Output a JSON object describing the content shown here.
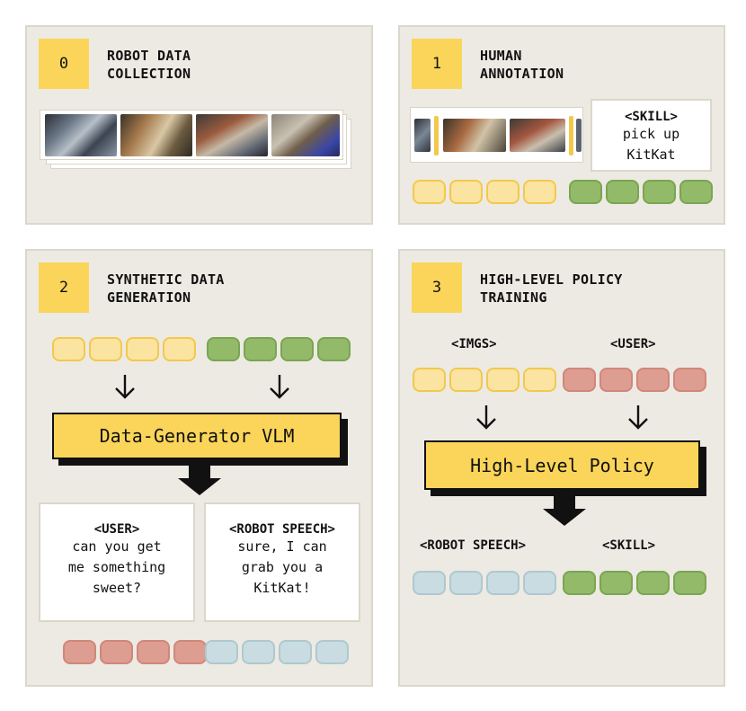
{
  "panels": [
    {
      "number": "0",
      "title_lines": [
        "ROBOT DATA",
        "COLLECTION"
      ]
    },
    {
      "number": "1",
      "title_lines": [
        "HUMAN",
        "ANNOTATION"
      ]
    },
    {
      "number": "2",
      "title_lines": [
        "SYNTHETIC DATA",
        "GENERATION"
      ]
    },
    {
      "number": "3",
      "title_lines": [
        "HIGH-LEVEL POLICY",
        "TRAINING"
      ]
    }
  ],
  "annotation_card": {
    "header": "<SKILL>",
    "lines": [
      "pick up",
      "KitKat"
    ]
  },
  "generator_box_label": "Data-Generator VLM",
  "synthetic_cards": [
    {
      "header": "<USER>",
      "lines": [
        "can you get",
        "me something",
        "sweet?"
      ]
    },
    {
      "header": "<ROBOT SPEECH>",
      "lines": [
        "sure, I can",
        "grab you a",
        "KitKat!"
      ]
    }
  ],
  "policy": {
    "input_labels": [
      "<IMGS>",
      "<USER>"
    ],
    "box_label": "High-Level Policy",
    "output_labels": [
      "<ROBOT SPEECH>",
      "<SKILL>"
    ]
  },
  "colors": {
    "panel_bg": "#EDEAE3",
    "accent_yellow": "#FAD55A",
    "token_yellow": "#FBE3A1",
    "token_green": "#93BA69",
    "token_red": "#DE9D91",
    "token_blue": "#C9DCE1"
  }
}
